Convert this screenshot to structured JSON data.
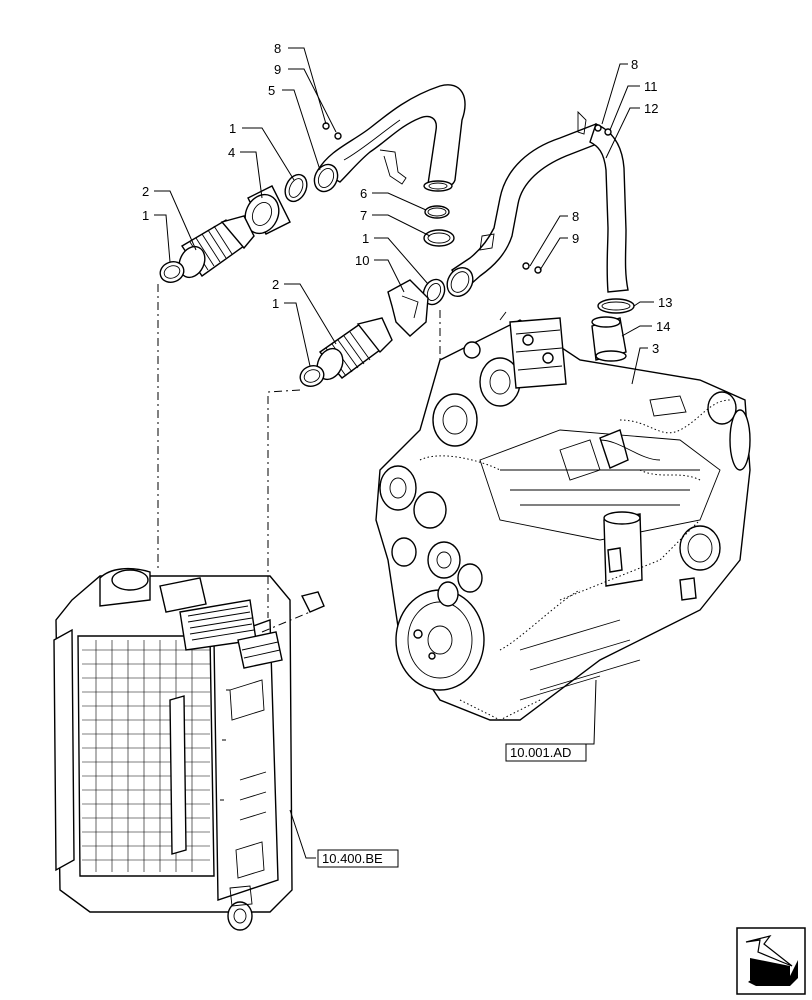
{
  "callouts": {
    "c8a": "8",
    "c9a": "9",
    "c5": "5",
    "c1a": "1",
    "c4": "4",
    "c2a": "2",
    "c1b": "1",
    "c6": "6",
    "c7": "7",
    "c1c": "1",
    "c10": "10",
    "c2b": "2",
    "c1d": "1",
    "c8b": "8",
    "c11": "11",
    "c12": "12",
    "c8c": "8",
    "c9b": "9",
    "c13": "13",
    "c14": "14",
    "c3": "3"
  },
  "references": {
    "engine": "10.001.AD",
    "radiator": "10.400.BE"
  },
  "icons": {
    "next_page": "arrow-right-icon"
  }
}
